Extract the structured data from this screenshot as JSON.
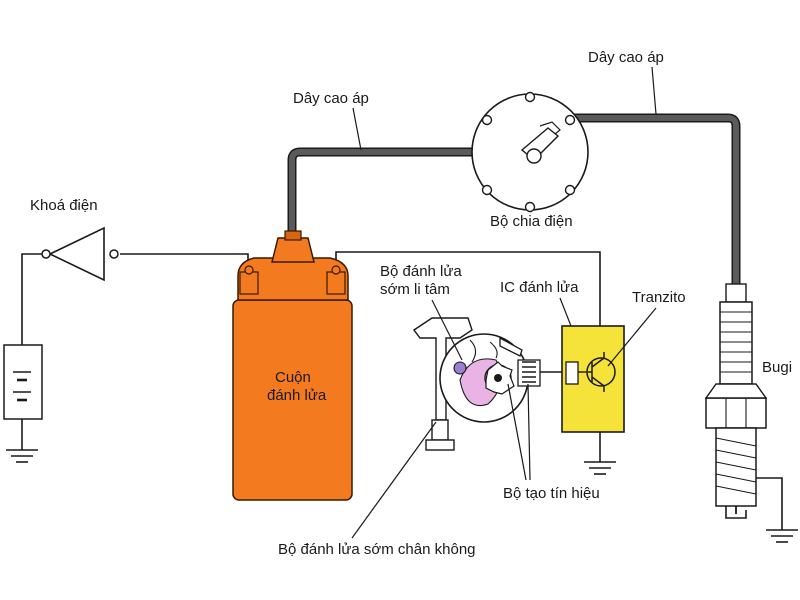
{
  "labels": {
    "ignition_switch": "Khoá điện",
    "hv_wire_left": "Dây cao áp",
    "hv_wire_right": "Dây cao áp",
    "distributor": "Bộ chia điện",
    "coil_line1": "Cuộn",
    "coil_line2": "đánh lửa",
    "centrifugal_line1": "Bộ đánh lửa",
    "centrifugal_line2": "sớm li tâm",
    "igniter_ic": "IC đánh lửa",
    "transistor": "Tranzito",
    "spark_plug": "Bugi",
    "signal_generator": "Bộ tạo tín hiệu",
    "vacuum_advance": "Bộ đánh lửa sớm chân không"
  },
  "colors": {
    "coil": "#f47a20",
    "coil_stroke": "#3a1a00",
    "igniter": "#f6e33a",
    "wire": "#555555",
    "line": "#1a1a1a",
    "rotor_accent": "#e9b3e6",
    "cam_accent": "#9a7fd0"
  }
}
